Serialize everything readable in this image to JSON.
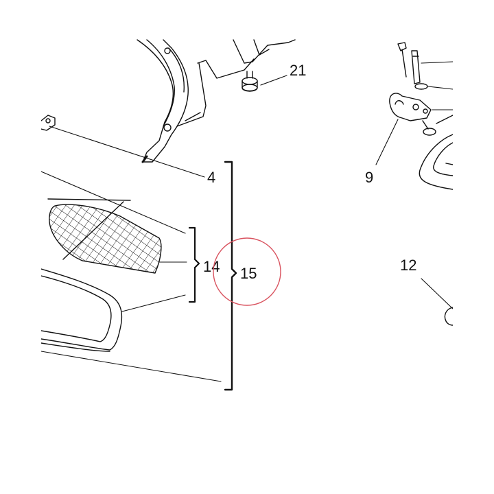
{
  "diagram": {
    "callouts": {
      "c21": "21",
      "c4": "4",
      "c9": "9",
      "c14": "14",
      "c15": "15",
      "c12": "12"
    },
    "colors": {
      "ink": "#111111",
      "highlight": "#d9535f",
      "paper": "#ffffff"
    }
  }
}
